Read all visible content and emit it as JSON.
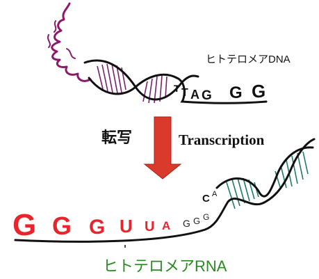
{
  "colors": {
    "dna_hatch": "#7a1f6a",
    "protein": "#8a1a6a",
    "rna_hatch": "#1f7a6a",
    "red_arrow": "#d93a2b",
    "rna_red": "#e8242c",
    "green_label": "#2a8a22",
    "strand": "#111111"
  },
  "top": {
    "label": "ヒトテロメアDNA",
    "sequence": [
      "T",
      "T",
      "A",
      "G",
      "G",
      "G"
    ]
  },
  "arrow": {
    "label_jp": "転写",
    "label_en": "Transcription"
  },
  "bottom": {
    "sequence": [
      "G",
      "G",
      "G",
      "U",
      "U",
      "A",
      "G",
      "G",
      "G",
      "C",
      "A"
    ],
    "label": "ヒトテロメアRNA"
  }
}
